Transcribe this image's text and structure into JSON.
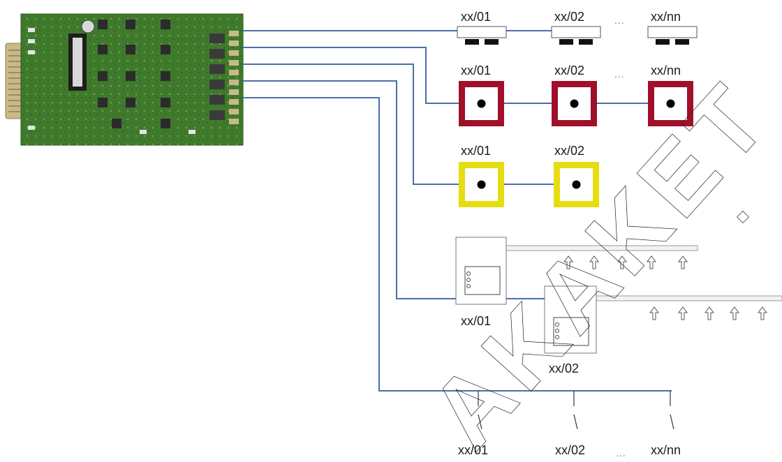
{
  "colors": {
    "wire": "#4a6fa8",
    "call_point_red": "#a0102b",
    "call_point_yellow": "#e6dd10",
    "board_green": "#3f7a2c",
    "connector_tan": "#c9b98a"
  },
  "icons": {
    "board": "controller-board-icon",
    "detector": "ceiling-detector-icon",
    "red_call_point": "red-manual-call-point-icon",
    "yellow_call_point": "yellow-manual-call-point-icon",
    "aspirating": "aspirating-detector-icon",
    "contact": "switch-contact-icon"
  },
  "loop1": {
    "labels": [
      "xx/01",
      "xx/02",
      "xx/nn"
    ],
    "ellipsis": "..."
  },
  "loop2": {
    "labels": [
      "xx/01",
      "xx/02",
      "xx/nn"
    ],
    "ellipsis": "..."
  },
  "loop3": {
    "labels": [
      "xx/01",
      "xx/02"
    ]
  },
  "loop4": {
    "labels": [
      "xx/01",
      "xx/02"
    ]
  },
  "loop5": {
    "labels": [
      "xx/01",
      "xx/02",
      "xx/nn"
    ],
    "ellipsis": "..."
  },
  "watermark": "AKAKET"
}
